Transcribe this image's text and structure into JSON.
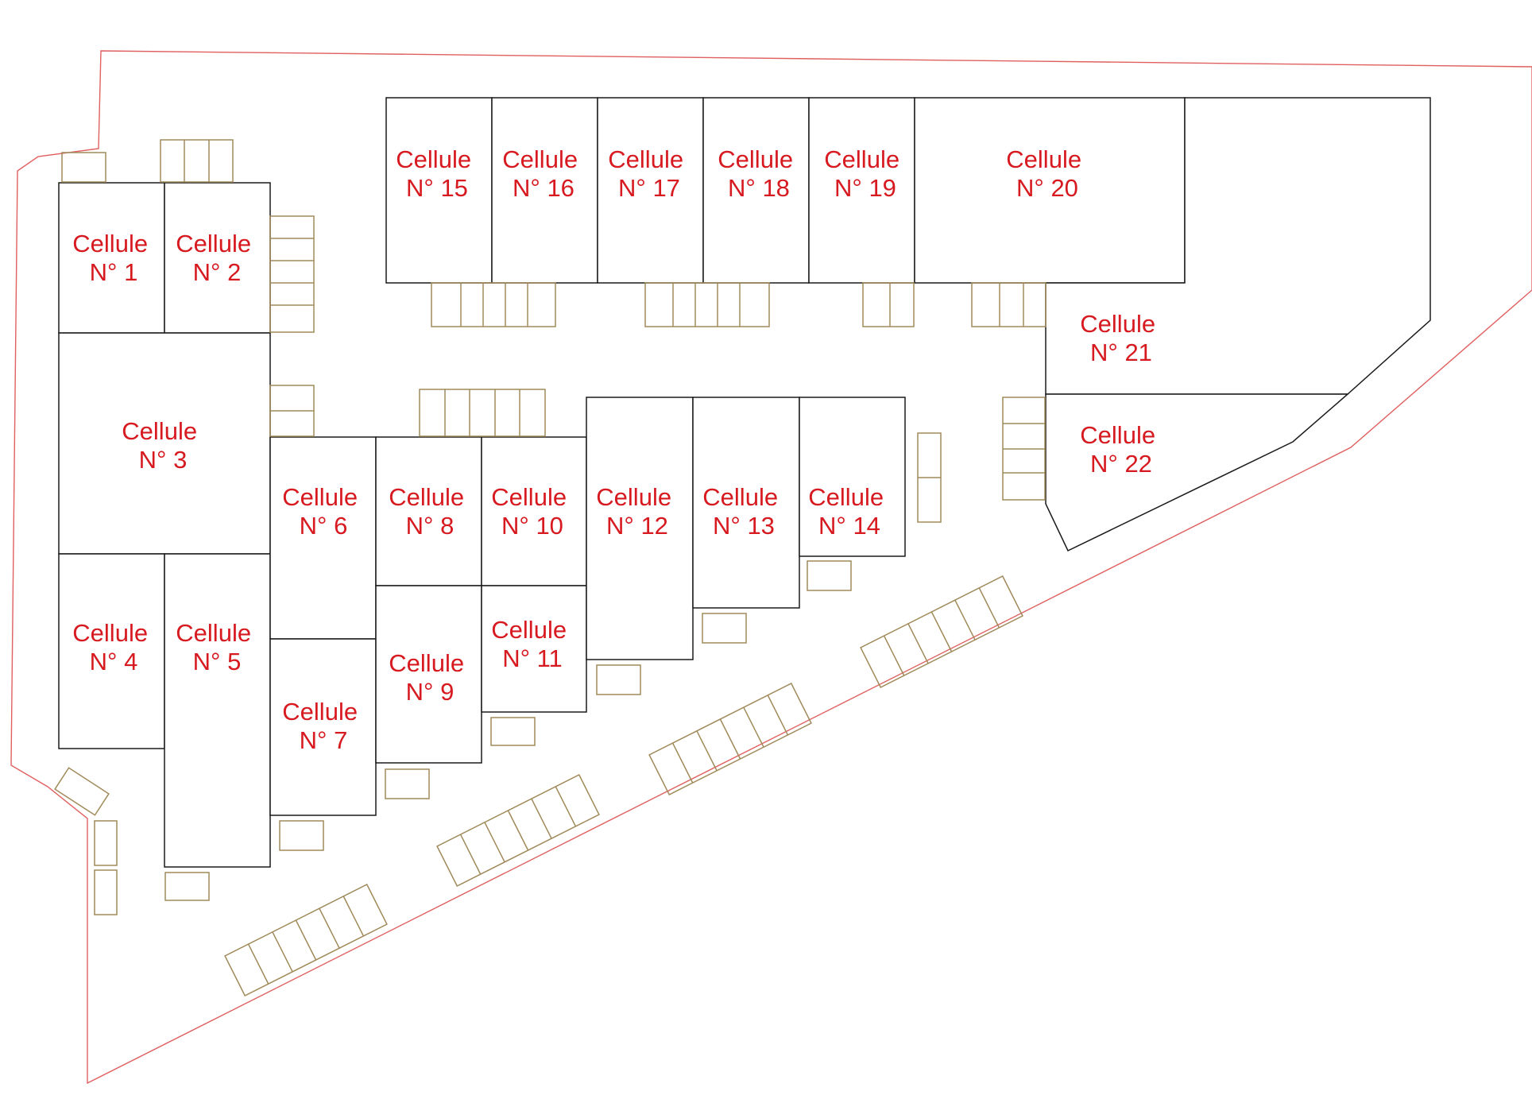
{
  "plan": {
    "label_color": "#d71920",
    "boundary_color": "#e06060",
    "cell_outline_color": "#1a1a1a",
    "parking_color": "#a08a5a",
    "cells": [
      {
        "id": 1,
        "line1": "Cellule",
        "line2": "N° 1"
      },
      {
        "id": 2,
        "line1": "Cellule",
        "line2": "N° 2"
      },
      {
        "id": 3,
        "line1": "Cellule",
        "line2": "N° 3"
      },
      {
        "id": 4,
        "line1": "Cellule",
        "line2": "N° 4"
      },
      {
        "id": 5,
        "line1": "Cellule",
        "line2": "N° 5"
      },
      {
        "id": 6,
        "line1": "Cellule",
        "line2": "N° 6"
      },
      {
        "id": 7,
        "line1": "Cellule",
        "line2": "N° 7"
      },
      {
        "id": 8,
        "line1": "Cellule",
        "line2": "N° 8"
      },
      {
        "id": 9,
        "line1": "Cellule",
        "line2": "N° 9"
      },
      {
        "id": 10,
        "line1": "Cellule",
        "line2": "N° 10"
      },
      {
        "id": 11,
        "line1": "Cellule",
        "line2": "N° 11"
      },
      {
        "id": 12,
        "line1": "Cellule",
        "line2": "N° 12"
      },
      {
        "id": 13,
        "line1": "Cellule",
        "line2": "N° 13"
      },
      {
        "id": 14,
        "line1": "Cellule",
        "line2": "N° 14"
      },
      {
        "id": 15,
        "line1": "Cellule",
        "line2": "N° 15"
      },
      {
        "id": 16,
        "line1": "Cellule",
        "line2": "N° 16"
      },
      {
        "id": 17,
        "line1": "Cellule",
        "line2": "N° 17"
      },
      {
        "id": 18,
        "line1": "Cellule",
        "line2": "N° 18"
      },
      {
        "id": 19,
        "line1": "Cellule",
        "line2": "N° 19"
      },
      {
        "id": 20,
        "line1": "Cellule",
        "line2": "N° 20"
      },
      {
        "id": 21,
        "line1": "Cellule",
        "line2": "N° 21"
      },
      {
        "id": 22,
        "line1": "Cellule",
        "line2": "N° 22"
      }
    ]
  }
}
